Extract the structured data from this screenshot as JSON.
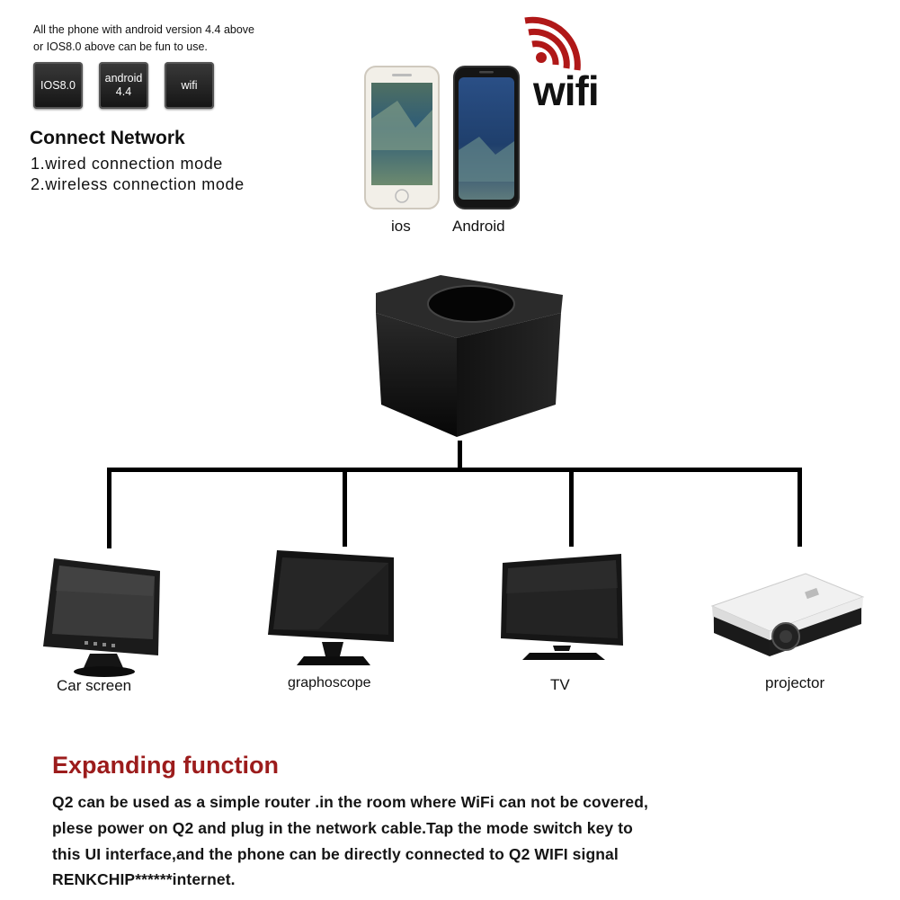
{
  "compat_note": {
    "line1": "All the phone with android version 4.4 above",
    "line2": "or IOS8.0 above can be fun to use."
  },
  "badges": [
    {
      "label": "IOS8.0"
    },
    {
      "label": "android\n4.4"
    },
    {
      "label": "wifi"
    }
  ],
  "connect_network": {
    "title": "Connect Network",
    "modes": [
      "1.wired connection mode",
      "2.wireless connection mode"
    ]
  },
  "phones": [
    {
      "label": "ios",
      "icon": "iphone-icon"
    },
    {
      "label": "Android",
      "icon": "android-phone-icon"
    }
  ],
  "wifi": {
    "label": "wifi",
    "color": "#b01818"
  },
  "hub": {
    "icon": "q2-hub-device-icon",
    "color": "#111111"
  },
  "devices": [
    {
      "label": "Car screen",
      "icon": "car-screen-icon"
    },
    {
      "label": "graphoscope",
      "icon": "monitor-icon"
    },
    {
      "label": "TV",
      "icon": "tv-icon"
    },
    {
      "label": "projector",
      "icon": "projector-icon"
    }
  ],
  "expanding": {
    "title": "Expanding function",
    "title_color": "#9c1c1c",
    "lines": [
      "Q2 can be used as a simple router .in the room where  WiFi can not be covered,",
      "plese power on Q2 and plug in the network cable.Tap the mode switch key to",
      "this UI interface,and the phone can be directly connected  to Q2 WIFI signal",
      "RENKCHIP******internet."
    ]
  }
}
